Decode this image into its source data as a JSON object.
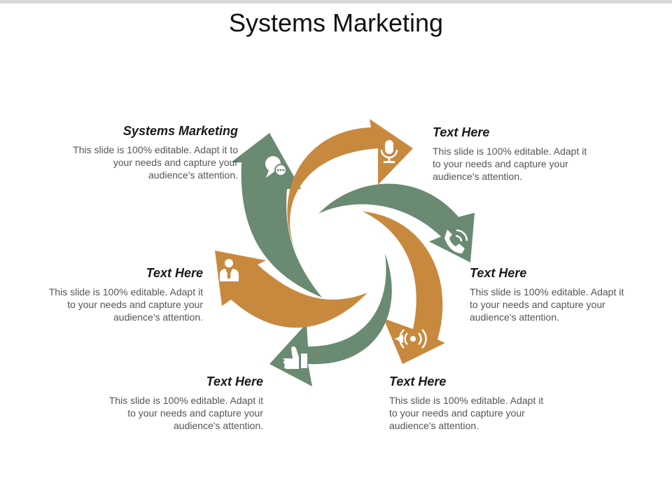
{
  "slide": {
    "title": "Systems Marketing"
  },
  "colors": {
    "green": "#6a8a72",
    "orange": "#c8893e",
    "icon": "#ffffff",
    "strip": "#d9d9d9"
  },
  "items": [
    {
      "heading": "Systems Marketing",
      "body": "This slide is 100% editable. Adapt it to your needs and capture your audience's attention.",
      "icon": "chat-bubbles-icon",
      "arrow_color": "green"
    },
    {
      "heading": "Text Here",
      "body": "This slide is 100% editable. Adapt it to your needs and capture your audience's attention.",
      "icon": "microphone-icon",
      "arrow_color": "orange"
    },
    {
      "heading": "Text Here",
      "body": "This slide is 100% editable. Adapt it to your needs and capture your audience's attention.",
      "icon": "phone-ringing-icon",
      "arrow_color": "green"
    },
    {
      "heading": "Text Here",
      "body": "This slide is 100% editable. Adapt it to your needs and capture your audience's attention.",
      "icon": "broadcast-speaker-icon",
      "arrow_color": "orange"
    },
    {
      "heading": "Text Here",
      "body": "This slide is 100% editable. Adapt it to your needs and capture your audience's attention.",
      "icon": "hand-icon",
      "arrow_color": "green"
    },
    {
      "heading": "Text Here",
      "body": "This slide is 100% editable. Adapt it to your needs and capture your audience's attention.",
      "icon": "businessman-icon",
      "arrow_color": "orange"
    }
  ]
}
